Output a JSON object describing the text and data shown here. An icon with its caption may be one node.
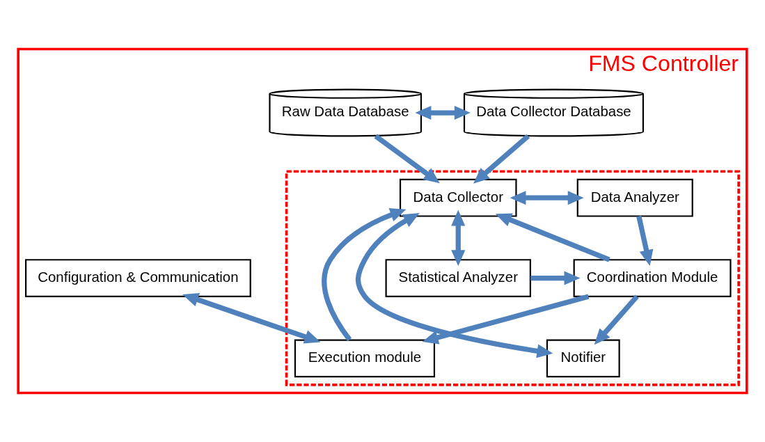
{
  "diagram": {
    "nodes": [
      {
        "text": [
          "FMS Controller"
        ]
      },
      {
        "text": [
          "Raw Data Database"
        ],
        "in": 0
      },
      {
        "text": [
          "Data Collector Database"
        ],
        "in": 0
      },
      {
        "text": [],
        "shape": "box",
        "in": 0
      },
      {
        "text": [
          "Data Collector"
        ],
        "in": 3
      },
      {
        "text": [
          "Data Analyzer"
        ],
        "in": 3
      },
      {
        "text": [
          "Configuration & Communication"
        ],
        "in": 0
      },
      {
        "text": [
          "Statistical Analyzer"
        ],
        "in": 3
      },
      {
        "text": [
          "Coordination Module"
        ],
        "in": 3
      },
      {
        "text": [
          "Notifier"
        ],
        "in": 3
      },
      {
        "text": [
          "Execution module"
        ],
        "in": 3
      }
    ],
    "edges": [
      {
        "from": 1,
        "to": 2,
        "arrow": "both"
      },
      {
        "from": 1,
        "to": 4,
        "arrow": "to"
      },
      {
        "from": 2,
        "to": 4,
        "arrow": "to"
      },
      {
        "from": 4,
        "to": 5,
        "arrow": "both"
      },
      {
        "from": 4,
        "to": 7,
        "arrow": "both"
      },
      {
        "from": 5,
        "to": 8,
        "arrow": "to"
      },
      {
        "from": 7,
        "to": 8,
        "arrow": "to"
      },
      {
        "from": 8,
        "to": 9,
        "arrow": "to"
      },
      {
        "from": 8,
        "to": 10,
        "arrow": "to"
      },
      {
        "from": 6,
        "to": 10,
        "arrow": "both"
      },
      {
        "from": 8,
        "to": 4,
        "arrow": "to"
      },
      {
        "from": 10,
        "to": 4,
        "arrow": "to"
      },
      {
        "from": 9,
        "to": 4,
        "arrow": "both"
      }
    ]
  }
}
